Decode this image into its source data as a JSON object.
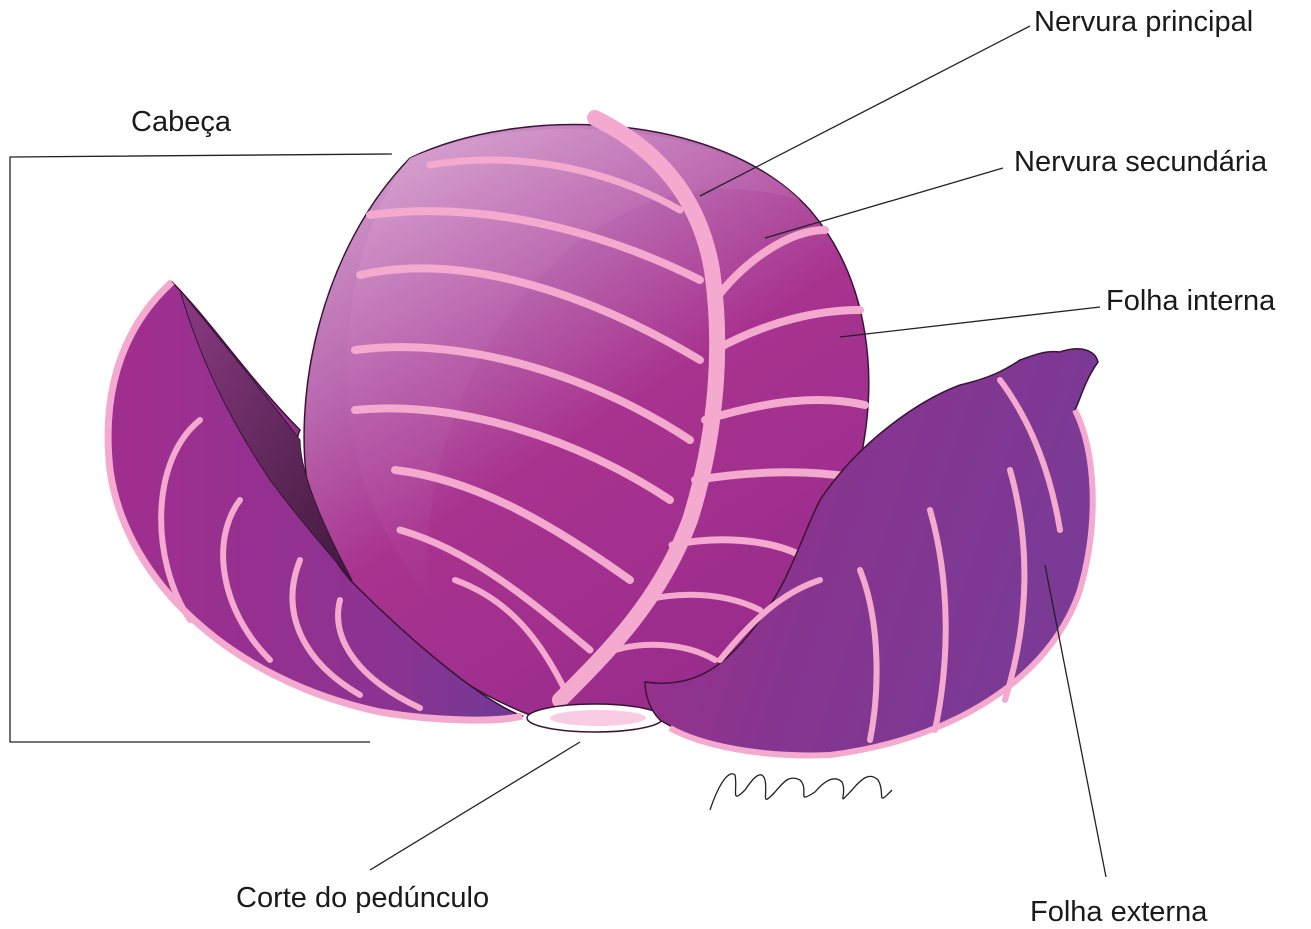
{
  "labels": {
    "head": "Cabeça",
    "main_vein": "Nervura principal",
    "secondary_vein": "Nervura secundária",
    "inner_leaf": "Folha interna",
    "stem_cut": "Corte do pedúnculo",
    "outer_leaf": "Folha externa"
  },
  "signature": "MBORGES",
  "colors": {
    "leaf_magenta": "#a8338f",
    "leaf_purple": "#7a3a96",
    "vein_pink": "#f4a9cf",
    "leaf_shadow": "#5a1c4e",
    "stem_cut": "#ffffff"
  }
}
